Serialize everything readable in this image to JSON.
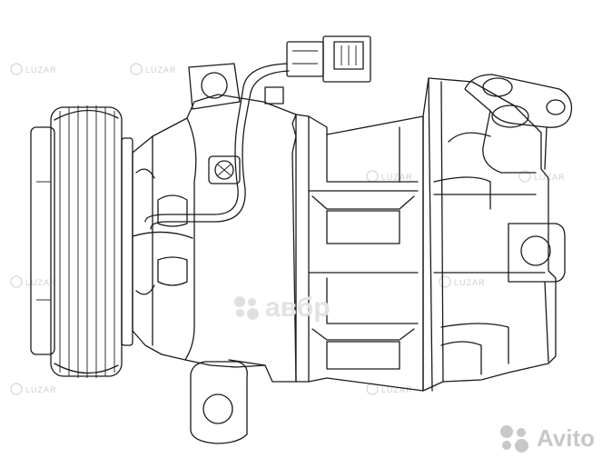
{
  "watermark": {
    "brand_text": "LUZAR",
    "color": "#cfcfcf"
  },
  "marketplace_mark": {
    "text": "Avito",
    "color": "#c8c8c8"
  },
  "center_watermark": {
    "text": "авбр",
    "color": "#e2e2e2"
  }
}
